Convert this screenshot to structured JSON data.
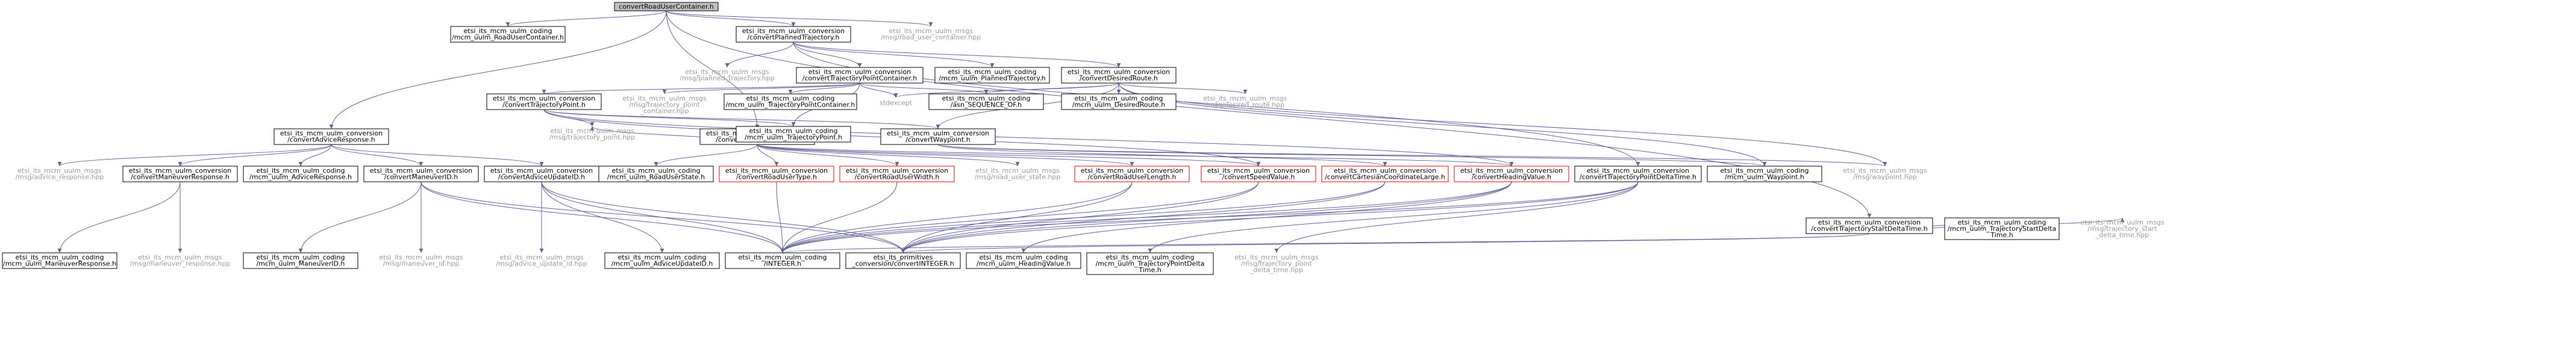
{
  "colors": {
    "root_fill": "#bfbfbf",
    "edge": "#63639a",
    "documented_border": "#000000",
    "undocumented_text": "#9a9a9a",
    "red_border": "#ff0000"
  },
  "nodes": [
    {
      "id": "root",
      "style": "root",
      "lines": [
        "convertRoadUserContainer.h"
      ]
    },
    {
      "id": "ru_container",
      "style": "doc",
      "lines": [
        "etsi_its_mcm_uulm_coding",
        "/mcm_uulm_RoadUserContainer.h"
      ]
    },
    {
      "id": "planned_traj",
      "style": "doc",
      "lines": [
        "etsi_its_mcm_uulm_conversion",
        "/convertPlannedTrajectory.h"
      ]
    },
    {
      "id": "road_user_container_hpp",
      "style": "grey",
      "lines": [
        "etsi_its_mcm_uulm_msgs",
        "/msg/road_user_container.hpp"
      ]
    },
    {
      "id": "advice_response",
      "style": "doc",
      "lines": [
        "etsi_its_mcm_uulm_conversion",
        "/convertAdviceResponse.h"
      ]
    },
    {
      "id": "road_user_state",
      "style": "doc",
      "lines": [
        "etsi_its_mcm_uulm_conversion",
        "/convertRoadUserState.h"
      ]
    },
    {
      "id": "traj_start_delta",
      "style": "doc",
      "lines": [
        "etsi_its_mcm_uulm_conversion",
        "/convertTrajectoryStartDeltaTime.h"
      ]
    },
    {
      "id": "planned_traj_hpp",
      "style": "grey",
      "lines": [
        "etsi_its_mcm_uulm_msgs",
        "/msg/planned_trajectory.hpp"
      ]
    },
    {
      "id": "traj_point_container",
      "style": "doc",
      "lines": [
        "etsi_its_mcm_uulm_conversion",
        "/convertTrajectoryPointContainer.h"
      ]
    },
    {
      "id": "planned_traj_coding",
      "style": "doc",
      "lines": [
        "etsi_its_mcm_uulm_coding",
        "/mcm_uulm_PlannedTrajectory.h"
      ]
    },
    {
      "id": "desired_route",
      "style": "doc",
      "lines": [
        "etsi_its_mcm_uulm_conversion",
        "/convertDesiredRoute.h"
      ]
    },
    {
      "id": "traj_point",
      "style": "doc",
      "lines": [
        "etsi_its_mcm_uulm_conversion",
        "/convertTrajectoryPoint.h"
      ]
    },
    {
      "id": "traj_point_container_hpp",
      "style": "grey",
      "lines": [
        "etsi_its_mcm_uulm_msgs",
        "/msg/trajectory_point",
        "_container.hpp"
      ]
    },
    {
      "id": "traj_point_container_coding",
      "style": "doc",
      "lines": [
        "etsi_its_mcm_uulm_coding",
        "/mcm_uulm_TrajectoryPointContainer.h"
      ]
    },
    {
      "id": "stdexcept",
      "style": "grey",
      "lines": [
        "stdexcept"
      ]
    },
    {
      "id": "asn_sequence_of",
      "style": "doc",
      "lines": [
        "etsi_its_mcm_uulm_coding",
        "/asn_SEQUENCE_OF.h"
      ]
    },
    {
      "id": "desired_route_coding",
      "style": "doc",
      "lines": [
        "etsi_its_mcm_uulm_coding",
        "/mcm_uulm_DesiredRoute.h"
      ]
    },
    {
      "id": "desired_route_hpp",
      "style": "grey",
      "lines": [
        "etsi_its_mcm_uulm_msgs",
        "/msg/desired_route.hpp"
      ]
    },
    {
      "id": "traj_point_hpp",
      "style": "grey",
      "lines": [
        "etsi_its_mcm_uulm_msgs",
        "/msg/trajectory_point.hpp"
      ]
    },
    {
      "id": "traj_point_coding",
      "style": "doc",
      "lines": [
        "etsi_its_mcm_uulm_coding",
        "/mcm_uulm_TrajectoryPoint.h"
      ]
    },
    {
      "id": "waypoint",
      "style": "doc",
      "lines": [
        "etsi_its_mcm_uulm_conversion",
        "/convertWaypoint.h"
      ]
    },
    {
      "id": "advice_response_hpp",
      "style": "grey",
      "lines": [
        "etsi_its_mcm_uulm_msgs",
        "/msg/advice_response.hpp"
      ]
    },
    {
      "id": "maneuver_response",
      "style": "doc",
      "lines": [
        "etsi_its_mcm_uulm_conversion",
        "/convertManeuverResponse.h"
      ]
    },
    {
      "id": "advice_response_coding",
      "style": "doc",
      "lines": [
        "etsi_its_mcm_uulm_coding",
        "/mcm_uulm_AdviceResponse.h"
      ]
    },
    {
      "id": "maneuver_id",
      "style": "doc",
      "lines": [
        "etsi_its_mcm_uulm_conversion",
        "/convertManeuverID.h"
      ]
    },
    {
      "id": "advice_update_id",
      "style": "doc",
      "lines": [
        "etsi_its_mcm_uulm_conversion",
        "/convertAdviceUpdateID.h"
      ]
    },
    {
      "id": "road_user_state_coding",
      "style": "doc",
      "lines": [
        "etsi_its_mcm_uulm_coding",
        "/mcm_uulm_RoadUserState.h"
      ]
    },
    {
      "id": "road_user_type",
      "style": "red",
      "lines": [
        "etsi_its_mcm_uulm_conversion",
        "/convertRoadUserType.h"
      ]
    },
    {
      "id": "road_user_width",
      "style": "red",
      "lines": [
        "etsi_its_mcm_uulm_conversion",
        "/convertRoadUserWidth.h"
      ]
    },
    {
      "id": "road_user_state_hpp",
      "style": "grey",
      "lines": [
        "etsi_its_mcm_uulm_msgs",
        "/msg/road_user_state.hpp"
      ]
    },
    {
      "id": "road_user_length",
      "style": "red",
      "lines": [
        "etsi_its_mcm_uulm_conversion",
        "/convertRoadUserLength.h"
      ]
    },
    {
      "id": "speed_value",
      "style": "red",
      "lines": [
        "etsi_its_mcm_uulm_conversion",
        "/convertSpeedValue.h"
      ]
    },
    {
      "id": "cartesian_coord",
      "style": "red",
      "lines": [
        "etsi_its_mcm_uulm_conversion",
        "/convertCartesianCoordinateLarge.h"
      ]
    },
    {
      "id": "heading_value",
      "style": "red",
      "lines": [
        "etsi_its_mcm_uulm_conversion",
        "/convertHeadingValue.h"
      ]
    },
    {
      "id": "traj_point_delta",
      "style": "doc",
      "lines": [
        "etsi_its_mcm_uulm_conversion",
        "/convertTrajectoryPointDeltaTime.h"
      ]
    },
    {
      "id": "waypoint_coding",
      "style": "doc",
      "lines": [
        "etsi_its_mcm_uulm_coding",
        "/mcm_uulm_Waypoint.h"
      ]
    },
    {
      "id": "waypoint_hpp",
      "style": "grey",
      "lines": [
        "etsi_its_mcm_uulm_msgs",
        "/msg/waypoint.hpp"
      ]
    },
    {
      "id": "traj_start_delta_coding",
      "style": "doc",
      "lines": [
        "etsi_its_mcm_uulm_coding",
        "/mcm_uulm_TrajectoryStartDelta",
        "Time.h"
      ]
    },
    {
      "id": "traj_start_delta_hpp",
      "style": "grey",
      "lines": [
        "etsi_its_mcm_uulm_msgs",
        "/msg/trajectory_start",
        "_delta_time.hpp"
      ]
    },
    {
      "id": "maneuver_response_coding",
      "style": "doc",
      "lines": [
        "etsi_its_mcm_uulm_coding",
        "/mcm_uulm_ManeuverResponse.h"
      ]
    },
    {
      "id": "maneuver_response_hpp",
      "style": "grey",
      "lines": [
        "etsi_its_mcm_uulm_msgs",
        "/msg/maneuver_response.hpp"
      ]
    },
    {
      "id": "maneuver_id_coding",
      "style": "doc",
      "lines": [
        "etsi_its_mcm_uulm_coding",
        "/mcm_uulm_ManeuverID.h"
      ]
    },
    {
      "id": "maneuver_id_hpp",
      "style": "grey",
      "lines": [
        "etsi_its_mcm_uulm_msgs",
        "/msg/maneuver_id.hpp"
      ]
    },
    {
      "id": "advice_update_id_hpp",
      "style": "grey",
      "lines": [
        "etsi_its_mcm_uulm_msgs",
        "/msg/advice_update_id.hpp"
      ]
    },
    {
      "id": "advice_update_id_coding",
      "style": "doc",
      "lines": [
        "etsi_its_mcm_uulm_coding",
        "/mcm_uulm_AdviceUpdateID.h"
      ]
    },
    {
      "id": "integer_coding",
      "style": "doc",
      "lines": [
        "etsi_its_mcm_uulm_coding",
        "/INTEGER.h"
      ]
    },
    {
      "id": "convert_integer",
      "style": "doc",
      "lines": [
        "etsi_its_primitives",
        "_conversion/convertINTEGER.h"
      ]
    },
    {
      "id": "heading_value_coding",
      "style": "doc",
      "lines": [
        "etsi_its_mcm_uulm_coding",
        "/mcm_uulm_HeadingValue.h"
      ]
    },
    {
      "id": "traj_point_delta_coding",
      "style": "doc",
      "lines": [
        "etsi_its_mcm_uulm_coding",
        "/mcm_uulm_TrajectoryPointDelta",
        "Time.h"
      ]
    },
    {
      "id": "traj_point_delta_hpp",
      "style": "grey",
      "lines": [
        "etsi_its_mcm_uulm_msgs",
        "/msg/trajectory_point",
        "_delta_time.hpp"
      ]
    }
  ],
  "edges": [
    [
      "root",
      "ru_container"
    ],
    [
      "root",
      "planned_traj"
    ],
    [
      "root",
      "road_user_container_hpp"
    ],
    [
      "root",
      "advice_response"
    ],
    [
      "root",
      "road_user_state"
    ],
    [
      "root",
      "traj_start_delta"
    ],
    [
      "planned_traj",
      "planned_traj_hpp"
    ],
    [
      "planned_traj",
      "traj_point_container"
    ],
    [
      "planned_traj",
      "planned_traj_coding"
    ],
    [
      "planned_traj",
      "desired_route"
    ],
    [
      "planned_traj",
      "traj_point_delta"
    ],
    [
      "traj_point_container",
      "traj_point"
    ],
    [
      "traj_point_container",
      "traj_point_container_hpp"
    ],
    [
      "traj_point_container",
      "traj_point_container_coding"
    ],
    [
      "traj_point_container",
      "stdexcept"
    ],
    [
      "traj_point_container",
      "asn_sequence_of"
    ],
    [
      "traj_point_container",
      "traj_point_coding"
    ],
    [
      "desired_route",
      "stdexcept"
    ],
    [
      "desired_route",
      "asn_sequence_of"
    ],
    [
      "desired_route",
      "desired_route_coding"
    ],
    [
      "desired_route",
      "desired_route_hpp"
    ],
    [
      "desired_route",
      "waypoint"
    ],
    [
      "desired_route",
      "waypoint_coding"
    ],
    [
      "desired_route",
      "waypoint_hpp"
    ],
    [
      "traj_point",
      "traj_point_hpp"
    ],
    [
      "traj_point",
      "traj_point_coding"
    ],
    [
      "traj_point",
      "waypoint"
    ],
    [
      "traj_point",
      "speed_value"
    ],
    [
      "traj_point",
      "heading_value"
    ],
    [
      "waypoint",
      "cartesian_coord"
    ],
    [
      "waypoint",
      "waypoint_coding"
    ],
    [
      "waypoint",
      "waypoint_hpp"
    ],
    [
      "advice_response",
      "advice_response_hpp"
    ],
    [
      "advice_response",
      "maneuver_response"
    ],
    [
      "advice_response",
      "advice_response_coding"
    ],
    [
      "advice_response",
      "maneuver_id"
    ],
    [
      "advice_response",
      "advice_update_id"
    ],
    [
      "maneuver_response",
      "maneuver_response_coding"
    ],
    [
      "maneuver_response",
      "maneuver_response_hpp"
    ],
    [
      "maneuver_id",
      "maneuver_id_coding"
    ],
    [
      "maneuver_id",
      "maneuver_id_hpp"
    ],
    [
      "maneuver_id",
      "integer_coding"
    ],
    [
      "maneuver_id",
      "convert_integer"
    ],
    [
      "advice_update_id",
      "advice_update_id_hpp"
    ],
    [
      "advice_update_id",
      "advice_update_id_coding"
    ],
    [
      "advice_update_id",
      "integer_coding"
    ],
    [
      "advice_update_id",
      "convert_integer"
    ],
    [
      "road_user_state",
      "road_user_state_coding"
    ],
    [
      "road_user_state",
      "road_user_type"
    ],
    [
      "road_user_state",
      "road_user_width"
    ],
    [
      "road_user_state",
      "road_user_state_hpp"
    ],
    [
      "road_user_state",
      "road_user_length"
    ],
    [
      "road_user_state",
      "speed_value"
    ],
    [
      "road_user_state",
      "heading_value"
    ],
    [
      "road_user_state",
      "traj_point_hpp"
    ],
    [
      "road_user_type",
      "integer_coding"
    ],
    [
      "road_user_width",
      "integer_coding"
    ],
    [
      "road_user_length",
      "integer_coding"
    ],
    [
      "road_user_length",
      "convert_integer"
    ],
    [
      "speed_value",
      "integer_coding"
    ],
    [
      "speed_value",
      "convert_integer"
    ],
    [
      "cartesian_coord",
      "integer_coding"
    ],
    [
      "cartesian_coord",
      "convert_integer"
    ],
    [
      "heading_value",
      "heading_value_coding"
    ],
    [
      "heading_value",
      "integer_coding"
    ],
    [
      "heading_value",
      "convert_integer"
    ],
    [
      "traj_point_delta",
      "traj_point_delta_coding"
    ],
    [
      "traj_point_delta",
      "traj_point_delta_hpp"
    ],
    [
      "traj_point_delta",
      "integer_coding"
    ],
    [
      "traj_point_delta",
      "convert_integer"
    ],
    [
      "traj_start_delta",
      "traj_start_delta_coding"
    ],
    [
      "traj_start_delta",
      "traj_start_delta_hpp"
    ],
    [
      "traj_start_delta",
      "integer_coding"
    ],
    [
      "traj_start_delta",
      "convert_integer"
    ]
  ]
}
